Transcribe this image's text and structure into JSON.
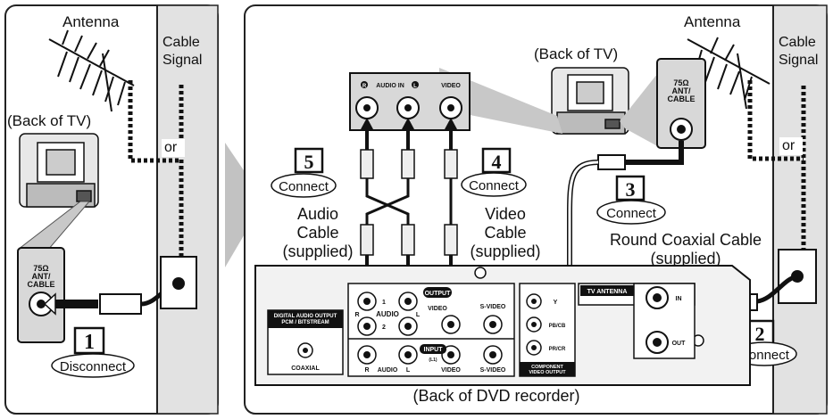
{
  "left_panel": {
    "antenna_label": "Antenna",
    "cable_label": "Cable\nSignal",
    "or_label": "or",
    "tv_label": "(Back of TV)",
    "jack_label": "75Ω\nANT/\nCABLE",
    "step_number": "1",
    "step_action": "Disconnect"
  },
  "right_panel": {
    "antenna_label": "Antenna",
    "cable_label": "Cable\nSignal",
    "or_label": "or",
    "tv_label": "(Back of TV)",
    "tv_jack_label": "75Ω\nANT/\nCABLE",
    "tv_panel": {
      "audio_in_label": "AUDIO IN",
      "audio_r": "R",
      "audio_l": "L",
      "video_label": "VIDEO"
    },
    "step5": {
      "number": "5",
      "action": "Connect",
      "cable": "Audio\nCable\n(supplied)"
    },
    "step4": {
      "number": "4",
      "action": "Connect",
      "cable": "Video\nCable\n(supplied)"
    },
    "step3": {
      "number": "3",
      "action": "Connect",
      "cable": "Round Coaxial Cable\n(supplied)"
    },
    "step2": {
      "number": "2",
      "action": "Connect"
    },
    "recorder_label": "(Back of DVD recorder)",
    "recorder_panel": {
      "digital_out": "DIGITAL AUDIO OUTPUT\nPCM / BITSTREAM",
      "coaxial": "COAXIAL",
      "output": "OUTPUT",
      "audio": "AUDIO",
      "video": "VIDEO",
      "s_video": "S-VIDEO",
      "one": "1",
      "two": "2",
      "input": "INPUT",
      "input_sub": "(L1)",
      "r": "R",
      "l": "L",
      "y": "Y",
      "pb": "PB/CB",
      "pr": "PR/CR",
      "component": "COMPONENT\nVIDEO OUTPUT",
      "tv_antenna": "TV ANTENNA",
      "in": "IN",
      "out": "OUT"
    }
  }
}
